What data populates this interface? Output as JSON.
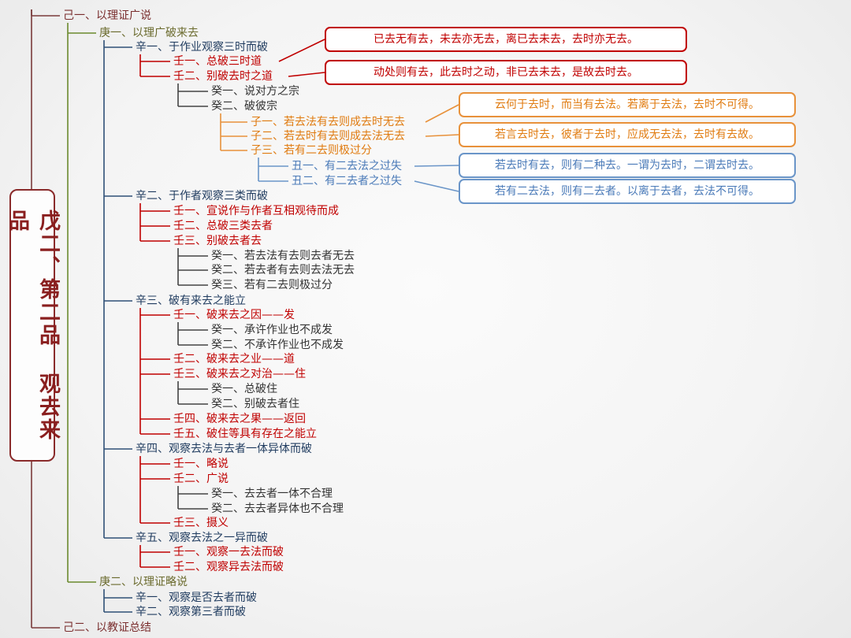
{
  "title": "戊二、第二品 观去来品",
  "nodes": [
    {
      "text": "己一、以理证广说",
      "level": "ji"
    },
    {
      "text": "庚一、以理广破来去",
      "level": "geng"
    },
    {
      "text": "辛一、于作业观察三时而破",
      "level": "xin"
    },
    {
      "text": "壬一、总破三时道",
      "level": "ren"
    },
    {
      "text": "壬二、别破去时之道",
      "level": "ren"
    },
    {
      "text": "癸一、说对方之宗",
      "level": "gui"
    },
    {
      "text": "癸二、破彼宗",
      "level": "gui"
    },
    {
      "text": "子一、若去法有去则成去时无去",
      "level": "zi"
    },
    {
      "text": "子二、若去时有去则成去法无去",
      "level": "zi"
    },
    {
      "text": "子三、若有二去则极过分",
      "level": "zi"
    },
    {
      "text": "丑一、有二去法之过失",
      "level": "chou"
    },
    {
      "text": "丑二、有二去者之过失",
      "level": "chou"
    },
    {
      "text": "辛二、于作者观察三类而破",
      "level": "xin"
    },
    {
      "text": "壬一、宣说作与作者互相观待而成",
      "level": "ren"
    },
    {
      "text": "壬二、总破三类去者",
      "level": "ren"
    },
    {
      "text": "壬三、别破去者去",
      "level": "ren"
    },
    {
      "text": "癸一、若去法有去则去者无去",
      "level": "gui"
    },
    {
      "text": "癸二、若去者有去则去法无去",
      "level": "gui"
    },
    {
      "text": "癸三、若有二去则极过分",
      "level": "gui"
    },
    {
      "text": "辛三、破有来去之能立",
      "level": "xin"
    },
    {
      "text": "壬一、破来去之因——发",
      "level": "ren"
    },
    {
      "text": "癸一、承许作业也不成发",
      "level": "gui"
    },
    {
      "text": "癸二、不承许作业也不成发",
      "level": "gui"
    },
    {
      "text": "壬二、破来去之业——道",
      "level": "ren"
    },
    {
      "text": "壬三、破来去之对治——住",
      "level": "ren"
    },
    {
      "text": "癸一、总破住",
      "level": "gui"
    },
    {
      "text": "癸二、别破去者住",
      "level": "gui"
    },
    {
      "text": "壬四、破来去之果——返回",
      "level": "ren"
    },
    {
      "text": "壬五、破住等具有存在之能立",
      "level": "ren"
    },
    {
      "text": "辛四、观察去法与去者一体异体而破",
      "level": "xin"
    },
    {
      "text": "壬一、略说",
      "level": "ren"
    },
    {
      "text": "壬二、广说",
      "level": "ren"
    },
    {
      "text": "癸一、去去者一体不合理",
      "level": "gui"
    },
    {
      "text": "癸二、去去者异体也不合理",
      "level": "gui"
    },
    {
      "text": "壬三、摄义",
      "level": "ren"
    },
    {
      "text": "辛五、观察去法之一异而破",
      "level": "xin"
    },
    {
      "text": "壬一、观察一去法而破",
      "level": "ren"
    },
    {
      "text": "壬二、观察异去法而破",
      "level": "ren"
    },
    {
      "text": "庚二、以理证略说",
      "level": "geng"
    },
    {
      "text": "辛一、观察是否去者而破",
      "level": "xin"
    },
    {
      "text": "辛二、观察第三者而破",
      "level": "xin"
    },
    {
      "text": "己二、以教证总结",
      "level": "ji"
    }
  ],
  "notes": [
    {
      "text": "已去无有去，未去亦无去，离已去未去，去时亦无去。",
      "color": "red"
    },
    {
      "text": "动处则有去，此去时之动，非已去未去，是故去时去。",
      "color": "red"
    },
    {
      "text": "云何于去时，而当有去法。若离于去法，去时不可得。",
      "color": "orange"
    },
    {
      "text": "若言去时去，彼者于去时，应成无去法，去时有去故。",
      "color": "orange"
    },
    {
      "text": "若去时有去，则有二种去。一谓为去时，二谓去时去。",
      "color": "blue"
    },
    {
      "text": "若有二去法，则有二去者。以离于去者，去法不可得。",
      "color": "blue"
    }
  ],
  "colors": {
    "ji": "#7a2e2e",
    "geng": "#6b6b2e",
    "xin": "#1f3b5f",
    "ren": "#c00000",
    "gui": "#333333",
    "zi": "#e07b10",
    "chou": "#4a7ab8",
    "line_ji": "#7a3b3b",
    "line_geng": "#6b8a2e",
    "line_xin": "#2f5077",
    "line_ren": "#c00000",
    "line_gui": "#444444",
    "line_zi": "#e8913a",
    "line_chou": "#6a95c8"
  }
}
